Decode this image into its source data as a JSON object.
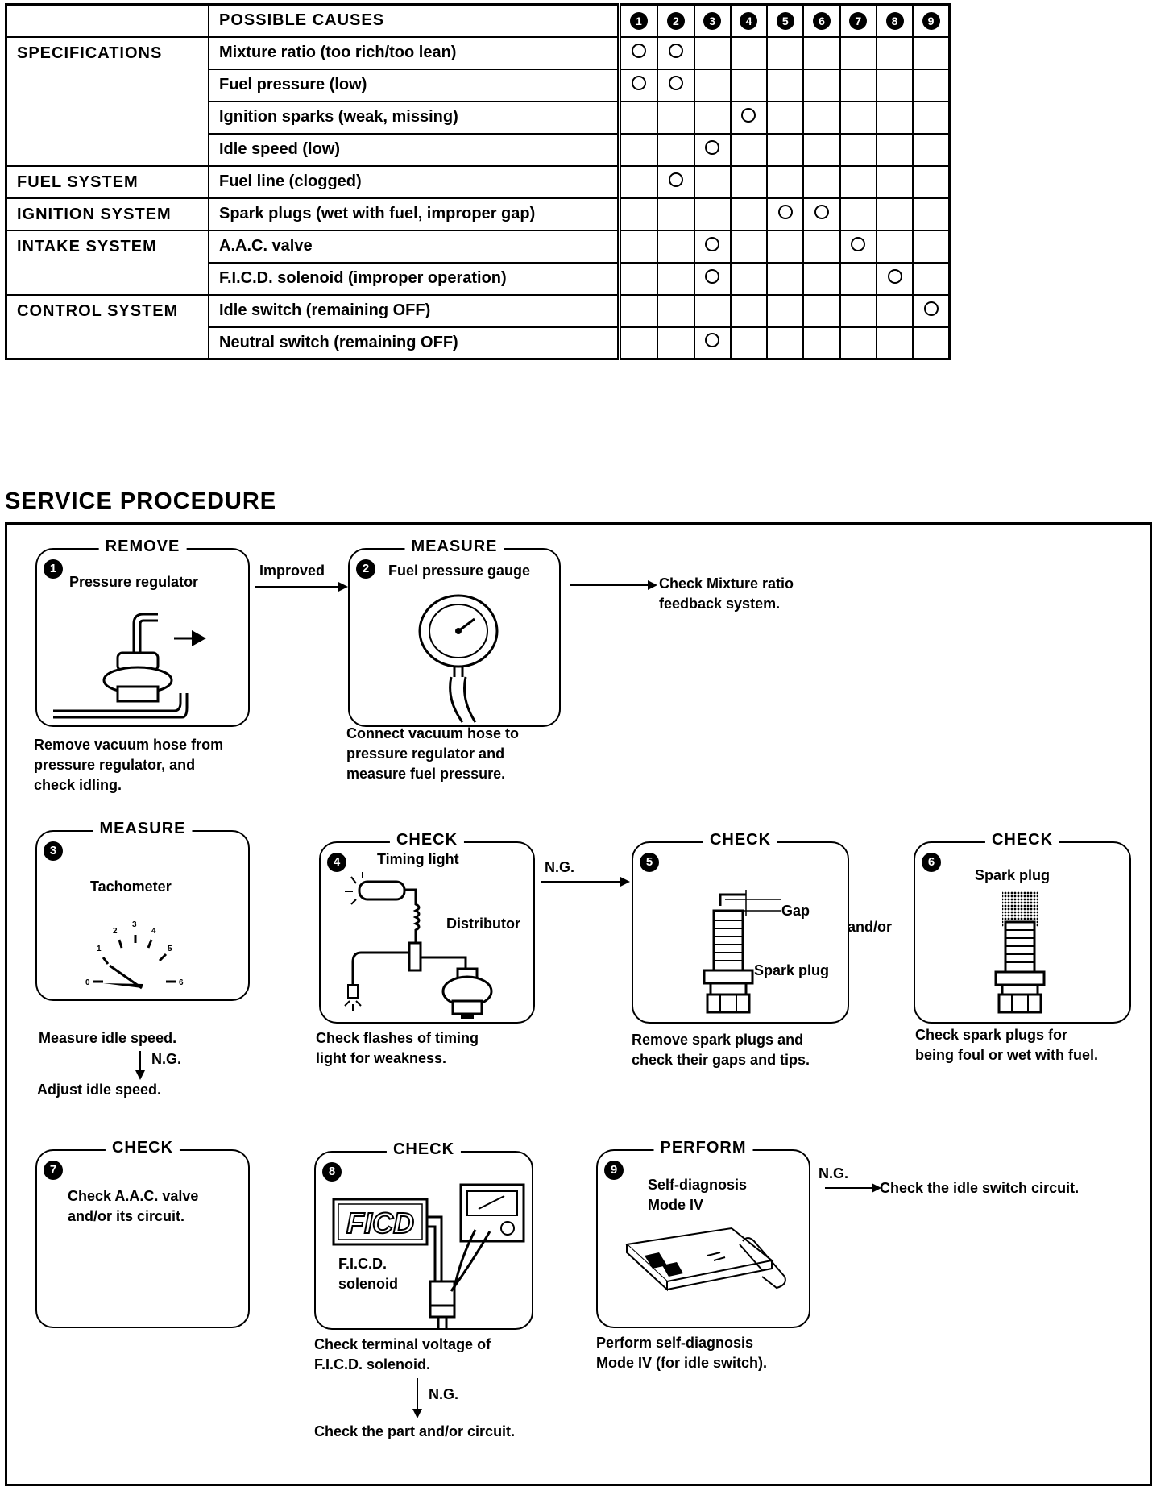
{
  "table": {
    "header": "POSSIBLE CAUSES",
    "columns": [
      "1",
      "2",
      "3",
      "4",
      "5",
      "6",
      "7",
      "8",
      "9"
    ],
    "groups": [
      {
        "category": "SPECIFICATIONS",
        "rows": [
          {
            "cause": "Mixture ratio (too rich/too lean)",
            "marks": [
              1,
              2
            ]
          },
          {
            "cause": "Fuel pressure (low)",
            "marks": [
              1,
              2
            ]
          },
          {
            "cause": "Ignition sparks (weak, missing)",
            "marks": [
              4
            ]
          },
          {
            "cause": "Idle speed (low)",
            "marks": [
              3
            ]
          }
        ]
      },
      {
        "category": "FUEL SYSTEM",
        "rows": [
          {
            "cause": "Fuel line (clogged)",
            "marks": [
              2
            ]
          }
        ]
      },
      {
        "category": "IGNITION SYSTEM",
        "rows": [
          {
            "cause": "Spark plugs (wet with fuel, improper gap)",
            "marks": [
              5,
              6
            ]
          }
        ]
      },
      {
        "category": "INTAKE SYSTEM",
        "rows": [
          {
            "cause": "A.A.C. valve",
            "marks": [
              3,
              7
            ]
          },
          {
            "cause": "F.I.C.D. solenoid (improper operation)",
            "marks": [
              3,
              8
            ]
          }
        ]
      },
      {
        "category": "CONTROL SYSTEM",
        "rows": [
          {
            "cause": "Idle switch (remaining OFF)",
            "marks": [
              9
            ]
          },
          {
            "cause": "Neutral switch (remaining OFF)",
            "marks": [
              3
            ]
          }
        ]
      }
    ]
  },
  "service": {
    "title": "SERVICE PROCEDURE",
    "steps": {
      "s1": {
        "num": "1",
        "title": "REMOVE",
        "label": "Pressure regulator",
        "caption": "Remove vacuum hose from\npressure regulator, and\ncheck idling."
      },
      "s2": {
        "num": "2",
        "title": "MEASURE",
        "label": "Fuel pressure gauge",
        "caption": "Connect vacuum hose to\npressure regulator and\nmeasure fuel pressure."
      },
      "s3": {
        "num": "3",
        "title": "MEASURE",
        "label": "Tachometer",
        "ticks": [
          "0",
          "1",
          "2",
          "3",
          "4",
          "5",
          "6"
        ],
        "caption": "Measure idle speed.",
        "ng": "N.G.",
        "after": "Adjust idle speed."
      },
      "s4": {
        "num": "4",
        "title": "CHECK",
        "label1": "Timing light",
        "label2": "Distributor",
        "caption": "Check flashes of timing\nlight for weakness."
      },
      "s5": {
        "num": "5",
        "title": "CHECK",
        "label1": "Gap",
        "label2": "Spark plug",
        "caption": "Remove spark plugs and\ncheck their gaps and tips."
      },
      "s6": {
        "num": "6",
        "title": "CHECK",
        "label": "Spark plug",
        "caption": "Check spark plugs for\nbeing foul or wet with fuel."
      },
      "s7": {
        "num": "7",
        "title": "CHECK",
        "body": "Check A.A.C. valve\nand/or its circuit."
      },
      "s8": {
        "num": "8",
        "title": "CHECK",
        "logo": "FICD",
        "label": "F.I.C.D.\nsolenoid",
        "caption": "Check terminal voltage of\nF.I.C.D. solenoid.",
        "ng": "N.G.",
        "after": "Check the part and/or circuit."
      },
      "s9": {
        "num": "9",
        "title": "PERFORM",
        "label": "Self-diagnosis\nMode IV",
        "caption": "Perform self-diagnosis\nMode IV (for idle switch).",
        "ng": "N.G.",
        "after": "Check the idle switch circuit."
      }
    },
    "flow": {
      "improved": "Improved",
      "check_mixture": "Check Mixture ratio\nfeedback system.",
      "ng_4_5": "N.G.",
      "and_or": "and/or"
    }
  }
}
